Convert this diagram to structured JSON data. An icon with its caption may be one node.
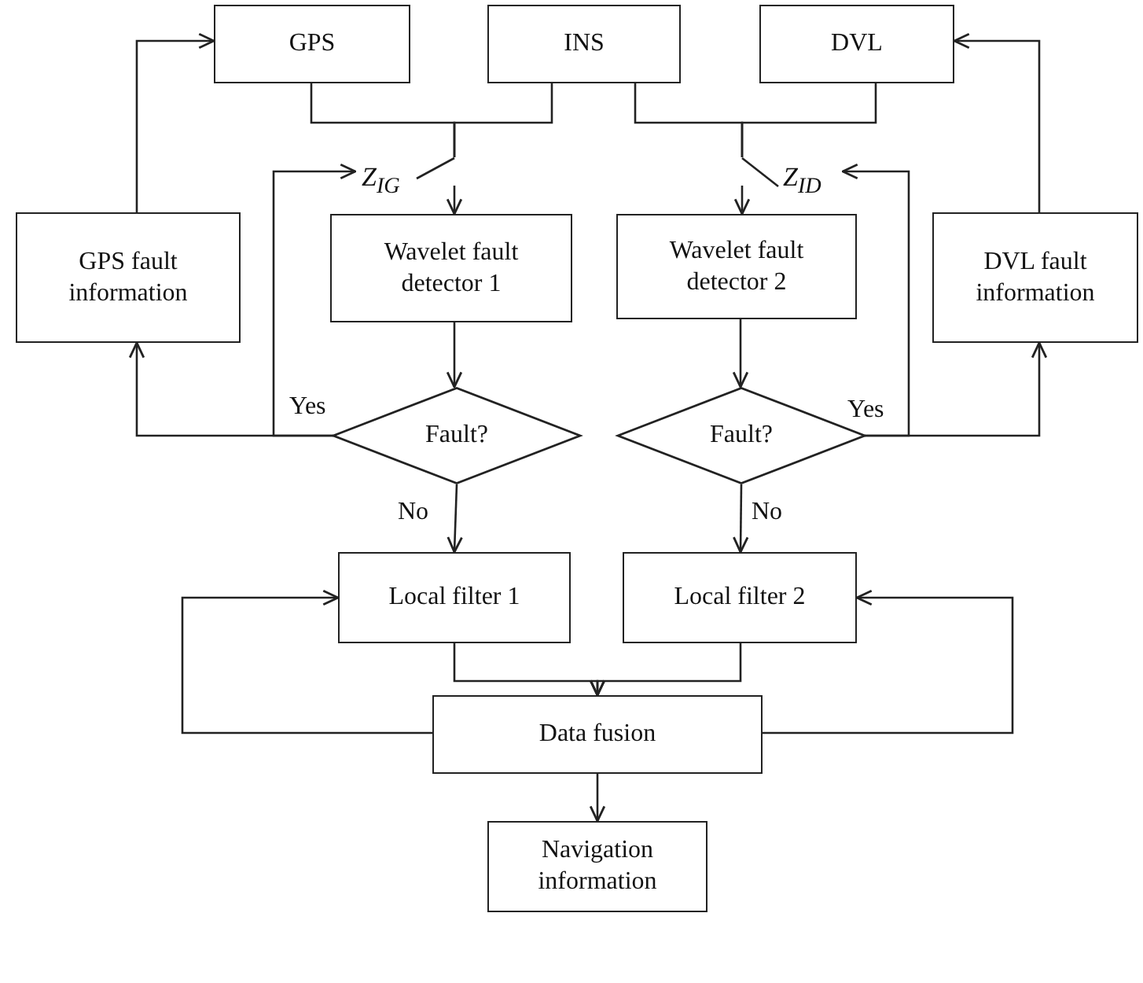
{
  "diagram": {
    "nodes": [
      {
        "text": [
          "GPS"
        ]
      },
      {
        "text": [
          "INS"
        ]
      },
      {
        "text": [
          "DVL"
        ]
      },
      {
        "text": [
          "Z$_{IG}$"
        ]
      },
      {
        "text": [
          "Z$_{ID}$"
        ]
      },
      {
        "text": [
          "GPS fault information"
        ]
      },
      {
        "text": [
          "Wavelet fault detector 1"
        ]
      },
      {
        "text": [
          "Wavelet fault detector 2"
        ]
      },
      {
        "text": [
          "DVL fault information"
        ]
      },
      {
        "text": [
          "Fault?"
        ]
      },
      {
        "text": [
          "Fault?"
        ]
      },
      {
        "text": [
          "Local filter 1"
        ]
      },
      {
        "text": [
          "Local filter 2"
        ]
      },
      {
        "text": [
          "Data fusion"
        ]
      },
      {
        "text": [
          "Navigation information"
        ]
      }
    ],
    "edges": [
      {
        "from": 0,
        "to": 3,
        "arrow": "none"
      },
      {
        "from": 1,
        "to": 3,
        "arrow": "none"
      },
      {
        "from": 1,
        "to": 4,
        "arrow": "none"
      },
      {
        "from": 2,
        "to": 4,
        "arrow": "none"
      },
      {
        "from": 3,
        "to": 6,
        "arrow": "to"
      },
      {
        "from": 4,
        "to": 7,
        "arrow": "to"
      },
      {
        "from": 6,
        "to": 9,
        "arrow": "to"
      },
      {
        "from": 7,
        "to": 10,
        "arrow": "to"
      },
      {
        "from": 9,
        "to": 5,
        "arrow": "to",
        "label": "Yes"
      },
      {
        "from": 9,
        "to": 3,
        "arrow": "to"
      },
      {
        "from": 10,
        "to": 4,
        "arrow": "to"
      },
      {
        "from": 10,
        "to": 8,
        "arrow": "to",
        "label": "Yes"
      },
      {
        "from": 5,
        "to": 0,
        "arrow": "to"
      },
      {
        "from": 8,
        "to": 2,
        "arrow": "to"
      },
      {
        "from": 9,
        "to": 11,
        "arrow": "to",
        "label": "No"
      },
      {
        "from": 10,
        "to": 12,
        "arrow": "to",
        "label": "No"
      },
      {
        "from": 11,
        "to": 13,
        "arrow": "to"
      },
      {
        "from": 12,
        "to": 13,
        "arrow": "to"
      },
      {
        "from": 13,
        "to": 11,
        "arrow": "to"
      },
      {
        "from": 13,
        "to": 12,
        "arrow": "to"
      },
      {
        "from": 13,
        "to": 14,
        "arrow": "to"
      }
    ]
  }
}
